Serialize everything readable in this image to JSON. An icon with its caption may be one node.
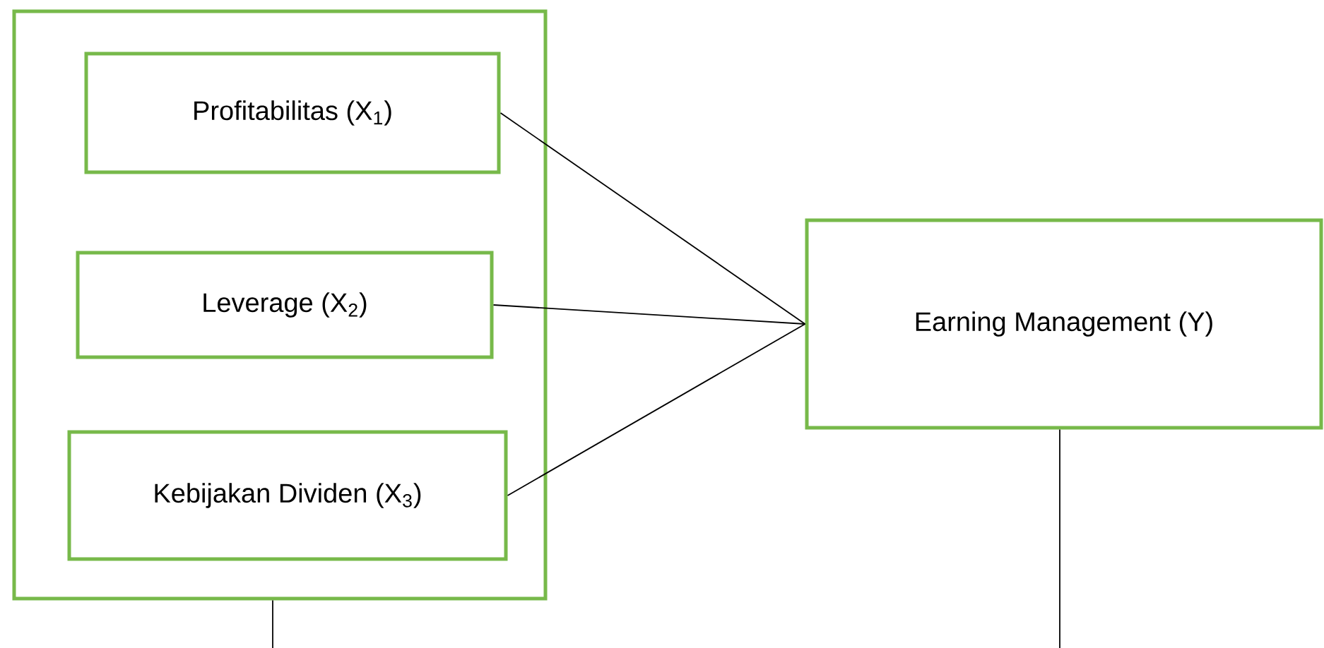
{
  "diagram": {
    "nodes": [
      {
        "text": [],
        "shape": "box"
      },
      {
        "text": [
          "Profitabilitas (X$_{1}$)"
        ],
        "in": 0
      },
      {
        "text": [
          "Leverage (X$_{2}$)"
        ],
        "in": 0
      },
      {
        "text": [
          "Kebijakan Dividen (X$_{3}$)"
        ],
        "in": 0
      },
      {
        "text": [
          "Earning Management (Y)"
        ]
      }
    ],
    "edges": [
      {
        "from": 1,
        "to": 4,
        "arrow": "none"
      },
      {
        "from": 2,
        "to": 4,
        "arrow": "none"
      },
      {
        "from": 3,
        "to": 4,
        "arrow": "none"
      },
      {
        "from": 0,
        "to": null,
        "arrow": "none"
      },
      {
        "from": 4,
        "to": null,
        "arrow": "none"
      }
    ]
  }
}
